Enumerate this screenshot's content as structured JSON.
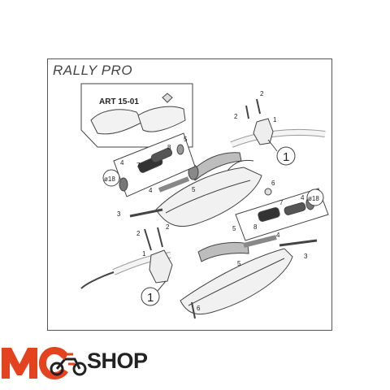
{
  "diagram": {
    "title": "RALLY PRO",
    "inset_label": "ART 15-01",
    "size_label": "ø18",
    "part_numbers": [
      "1",
      "2",
      "3",
      "4",
      "5",
      "6",
      "7",
      "8"
    ]
  },
  "brand": {
    "logo_text": "SHOP",
    "logo_letters": "MC",
    "accent_color": "#e3431f",
    "dark_color": "#222222"
  }
}
